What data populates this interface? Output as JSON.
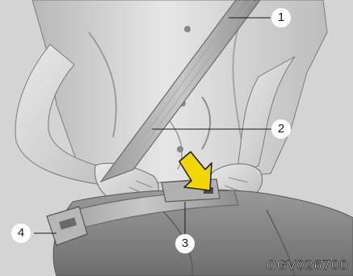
{
  "figure": {
    "code": "OGV026700",
    "callouts": [
      {
        "id": "1",
        "label": "1",
        "part": "shoulder belt"
      },
      {
        "id": "2",
        "label": "2",
        "part": "shoulder belt (across chest)"
      },
      {
        "id": "3",
        "label": "3",
        "part": "lap belt"
      },
      {
        "id": "4",
        "label": "4",
        "part": "buckle / belt anchor"
      }
    ],
    "arrow": {
      "color": "#f2d600",
      "outline": "#222222",
      "direction": "down-right"
    }
  }
}
